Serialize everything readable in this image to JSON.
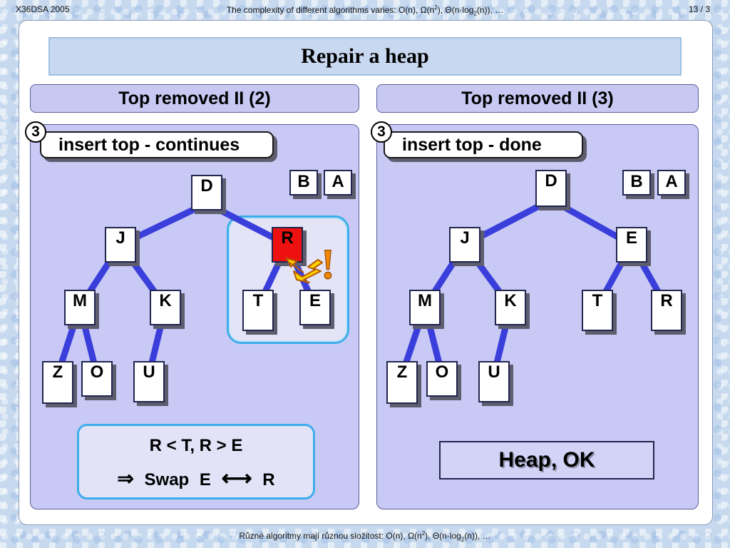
{
  "header": {
    "course": "X36DSA  2005",
    "slide_number": "13 / 3",
    "subtitle": [
      {
        "t": "The complexity of different algorithms varies:  O(n), Ω(n"
      },
      {
        "t": "2",
        "sup": true
      },
      {
        "t": "), Θ(n·log"
      },
      {
        "t": "2",
        "sub": true
      },
      {
        "t": "(n)), …"
      }
    ]
  },
  "footer": {
    "text": [
      {
        "t": "Různé algoritmy mají různou složitost:  O(n), Ω(n"
      },
      {
        "t": "2",
        "sup": true
      },
      {
        "t": "), Θ(n·log"
      },
      {
        "t": "2",
        "sub": true
      },
      {
        "t": "(n)), …"
      }
    ]
  },
  "title": "Repair a heap",
  "left": {
    "header": "Top removed II  (2)",
    "step": "3",
    "step_label": "insert top - continues",
    "tags": [
      "B",
      "A"
    ],
    "nodes": {
      "D": "D",
      "J": "J",
      "R": "R",
      "M": "M",
      "K": "K",
      "T": "T",
      "E": "E",
      "Z": "Z",
      "O": "O",
      "U": "U"
    },
    "alert_icon": "lightning-bolt-exclamation-icon",
    "compare": "R < T,  R > E",
    "swap": {
      "arrow_icon": "⇒",
      "label": "Swap",
      "a": "E",
      "mutual_icon": "⟷",
      "b": "R"
    }
  },
  "right": {
    "header": "Top removed II  (3)",
    "step": "3",
    "step_label": "insert top - done",
    "tags": [
      "B",
      "A"
    ],
    "nodes": {
      "D": "D",
      "J": "J",
      "E": "E",
      "M": "M",
      "K": "K",
      "T": "T",
      "R": "R",
      "Z": "Z",
      "O": "O",
      "U": "U"
    },
    "status": "Heap, OK"
  },
  "colors": {
    "edge": "#3a3edb",
    "highlight_border": "#3eaeea",
    "swapped_node": "#ee1111",
    "panel": "#c8c9f5"
  }
}
